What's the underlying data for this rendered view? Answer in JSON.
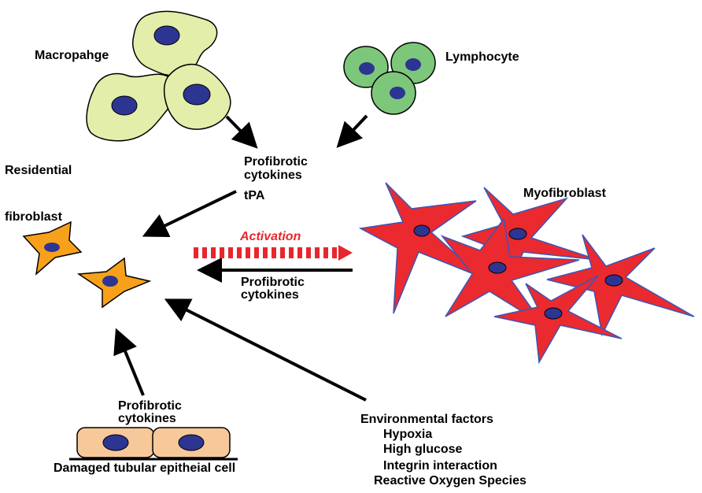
{
  "labels": {
    "macrophage": "Macropahge",
    "lymphocyte": "Lymphocyte",
    "residential": "Residential",
    "fibroblast": "fibroblast",
    "myofibroblast": "Myofibroblast",
    "activation": "Activation",
    "profibrotic_top_1": "Profibrotic",
    "profibrotic_top_2": "cytokines",
    "tpa": "tPA",
    "profibrotic_mid_1": "Profibrotic",
    "profibrotic_mid_2": "cytokines",
    "profibrotic_bottom_1": "Profibrotic",
    "profibrotic_bottom_2": "cytokines",
    "damaged_cell": "Damaged tubular epitheial cell",
    "env_title": "Environmental factors",
    "env_items": [
      "Hypoxia",
      "High glucose",
      "Integrin interaction",
      "Reactive Oxygen Species"
    ]
  },
  "colors": {
    "macrophage_fill": "#e3eeaa",
    "lymphocyte_fill": "#7cc77a",
    "fibroblast_fill": "#f7a11a",
    "myofibroblast_fill": "#ea2a2f",
    "myofibroblast_edge": "#3a56b8",
    "epithelial_fill": "#f7c89a",
    "nucleus": "#2d3593",
    "activation": "#e8262d",
    "arrow": "#000000"
  }
}
